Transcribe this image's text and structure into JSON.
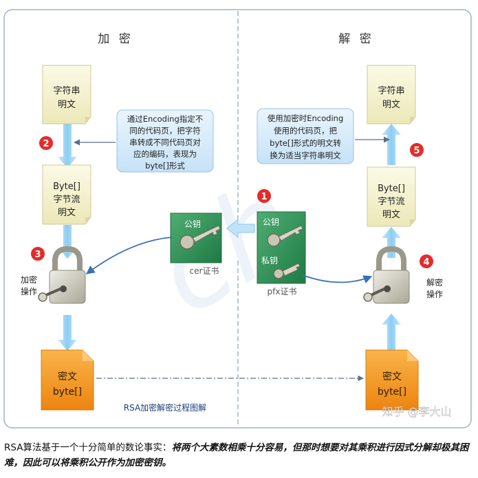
{
  "diagram": {
    "left_title": "加 密",
    "right_title": "解 密",
    "left_top_doc": [
      "字符串",
      "明文"
    ],
    "left_mid_doc": [
      "Byte[]",
      "字节流",
      "明文"
    ],
    "right_top_doc": [
      "字符串",
      "明文"
    ],
    "right_mid_doc": [
      "Byte[]",
      "字节流",
      "明文"
    ],
    "left_bottom_doc": [
      "密文",
      "byte[]"
    ],
    "right_bottom_doc": [
      "密文",
      "byte[]"
    ],
    "left_note": [
      "通过Encoding指定不",
      "同的代码页，把字符",
      "串转成不同代码页对",
      "应的编码，表现为",
      "byte[]形式"
    ],
    "right_note": [
      "使用加密时Encoding",
      "使用的代码页，把",
      "byte[]形式的明文转",
      "换为适当字符串明文"
    ],
    "cer_key_label": "公钥",
    "cer_cert_label": "cer证书",
    "pfx_public_label": "公钥",
    "pfx_private_label": "私钥",
    "pfx_cert_label": "pfx证书",
    "encrypt_op": [
      "加密",
      "操作"
    ],
    "decrypt_op": [
      "解密",
      "操作"
    ],
    "step_numbers": [
      "1",
      "2",
      "3",
      "4",
      "5"
    ],
    "footer_title": "RSA加密解密过程图解",
    "watermark": "知乎 @李大山",
    "colors": {
      "accent_red": "#e52b2b",
      "doc_yellow": "#f4f2cf",
      "doc_orange": "#f39a1e",
      "note_blue": "#d6ebfb",
      "arrow_blue": "#a9d8f7",
      "cert_green": "#2d8c55"
    }
  },
  "caption": {
    "normal": "RSA算法基于一个十分简单的数论事实：",
    "bold": "将两个大素数相乘十分容易，但那时想要对其乘积进行因式分解却极其困难，因此可以将乘积公开作为加密密钥。"
  }
}
